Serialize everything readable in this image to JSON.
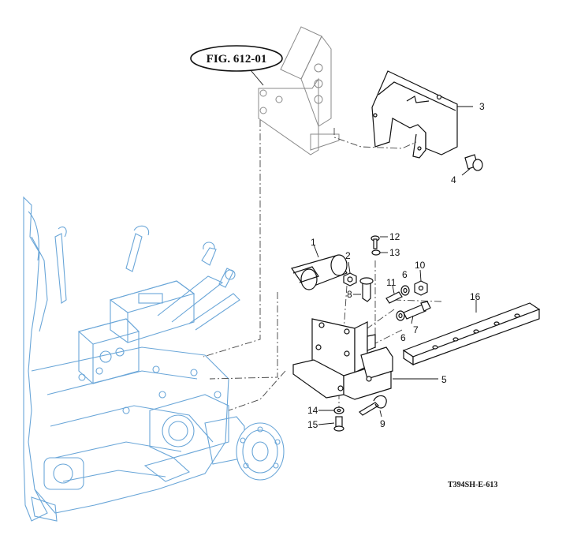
{
  "figure_ref": "FIG. 612-01",
  "drawing_code": "T394SH-E-613",
  "callouts": {
    "c1": "1",
    "c2": "2",
    "c3": "3",
    "c4": "4",
    "c5": "5",
    "c6a": "6",
    "c6b": "6",
    "c7": "7",
    "c8": "8",
    "c9": "9",
    "c10": "10",
    "c11": "11",
    "c12": "12",
    "c13": "13",
    "c14": "14",
    "c15": "15",
    "c16": "16"
  }
}
